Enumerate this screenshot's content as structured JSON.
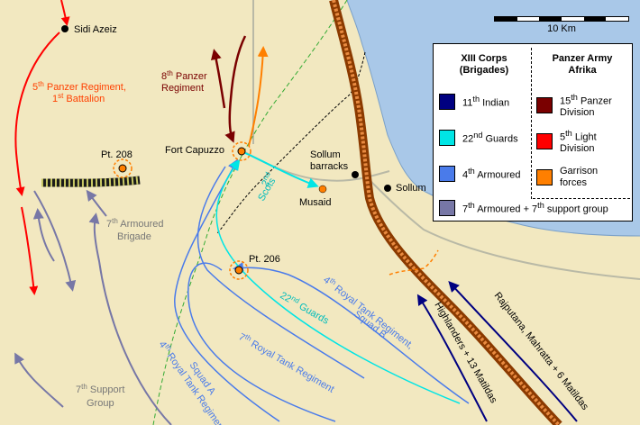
{
  "scale": {
    "label": "10 Km"
  },
  "legend": {
    "col1_title": "XIII Corps",
    "col1_subtitle": "(Brigades)",
    "col2_title": "Panzer Army",
    "col2_subtitle": "Afrika",
    "items": [
      {
        "name_pre": "11",
        "sup": "th",
        "name_post": " Indian",
        "color": "#000080"
      },
      {
        "name_pre": "22",
        "sup": "nd",
        "name_post": " Guards",
        "color": "#00e5e5"
      },
      {
        "name_pre": "4",
        "sup": "th",
        "name_post": " Armoured",
        "color": "#4a7bea"
      },
      {
        "name_pre": "7",
        "sup": "th",
        "name_post": " Armoured + 7",
        "sup2": "th",
        "name_post2": " support group",
        "color": "#7777a6"
      },
      {
        "name_pre": "15",
        "sup": "th",
        "name_post": " Panzer",
        "line2": "Division",
        "color": "#7a0000"
      },
      {
        "name_pre": "5",
        "sup": "th",
        "name_post": " Light",
        "line2": "Division",
        "color": "#ff0000"
      },
      {
        "name_pre": "Garrison",
        "sup": "",
        "name_post": "",
        "line2": "forces",
        "color": "#ff7f00"
      }
    ]
  },
  "places": {
    "sidi_azeiz": "Sidi Azeiz",
    "fort_capuzzo": "Fort Capuzzo",
    "sollum_barracks_1": "Sollum",
    "sollum_barracks_2": "barracks",
    "sollum": "Sollum",
    "musaid": "Musaid",
    "pt208": "Pt. 208",
    "pt206": "Pt. 206"
  },
  "units": {
    "panzer5_l1_pre": "5",
    "panzer5_l1_sup": "th",
    "panzer5_l1_post": " Panzer Regiment,",
    "panzer5_l2_pre": "1",
    "panzer5_l2_sup": "st",
    "panzer5_l2_post": " Battalion",
    "panzer8_l1_pre": "8",
    "panzer8_l1_sup": "th",
    "panzer8_l1_post": " Panzer",
    "panzer8_l2": "Regiment",
    "scots_l1_pre": "2",
    "scots_l1_sup": "nd",
    "scots_l2": "Scots",
    "armoured7_l1_pre": "7",
    "armoured7_l1_sup": "th",
    "armoured7_l1_post": " Armoured",
    "armoured7_l2": "Brigade",
    "support7_l1_pre": "7",
    "support7_l1_sup": "th",
    "support7_l1_post": " Support",
    "support7_l2": "Group",
    "rtr4a_l1_pre": "4",
    "rtr4a_l1_sup": "th",
    "rtr4a_l1_post": " Royal Tank Regiment,",
    "rtr4a_l2": "Squad A",
    "rtr7_pre": "7",
    "rtr7_sup": "th",
    "rtr7_post": " Royal Tank Regiment",
    "guards22_pre": "22",
    "guards22_sup": "nd",
    "guards22_post": " Guards",
    "rtr4b_l1_pre": "4",
    "rtr4b_l1_sup": "th",
    "rtr4b_l1_post": " Royal Tank Regiment,",
    "rtr4b_l2": "Squad B",
    "highlanders": "Highlanders + 13 Matildas",
    "rajputana": "Rajputana, Mahratta + 6 Matildas"
  },
  "colors": {
    "land": "#f2e8c0",
    "sea": "#a9c8e8",
    "indian": "#000080",
    "guards": "#00e5e5",
    "armoured": "#4a7bea",
    "support": "#7777a6",
    "panzer15": "#7a0000",
    "light5": "#ff0000",
    "garrison": "#ff7f00"
  }
}
